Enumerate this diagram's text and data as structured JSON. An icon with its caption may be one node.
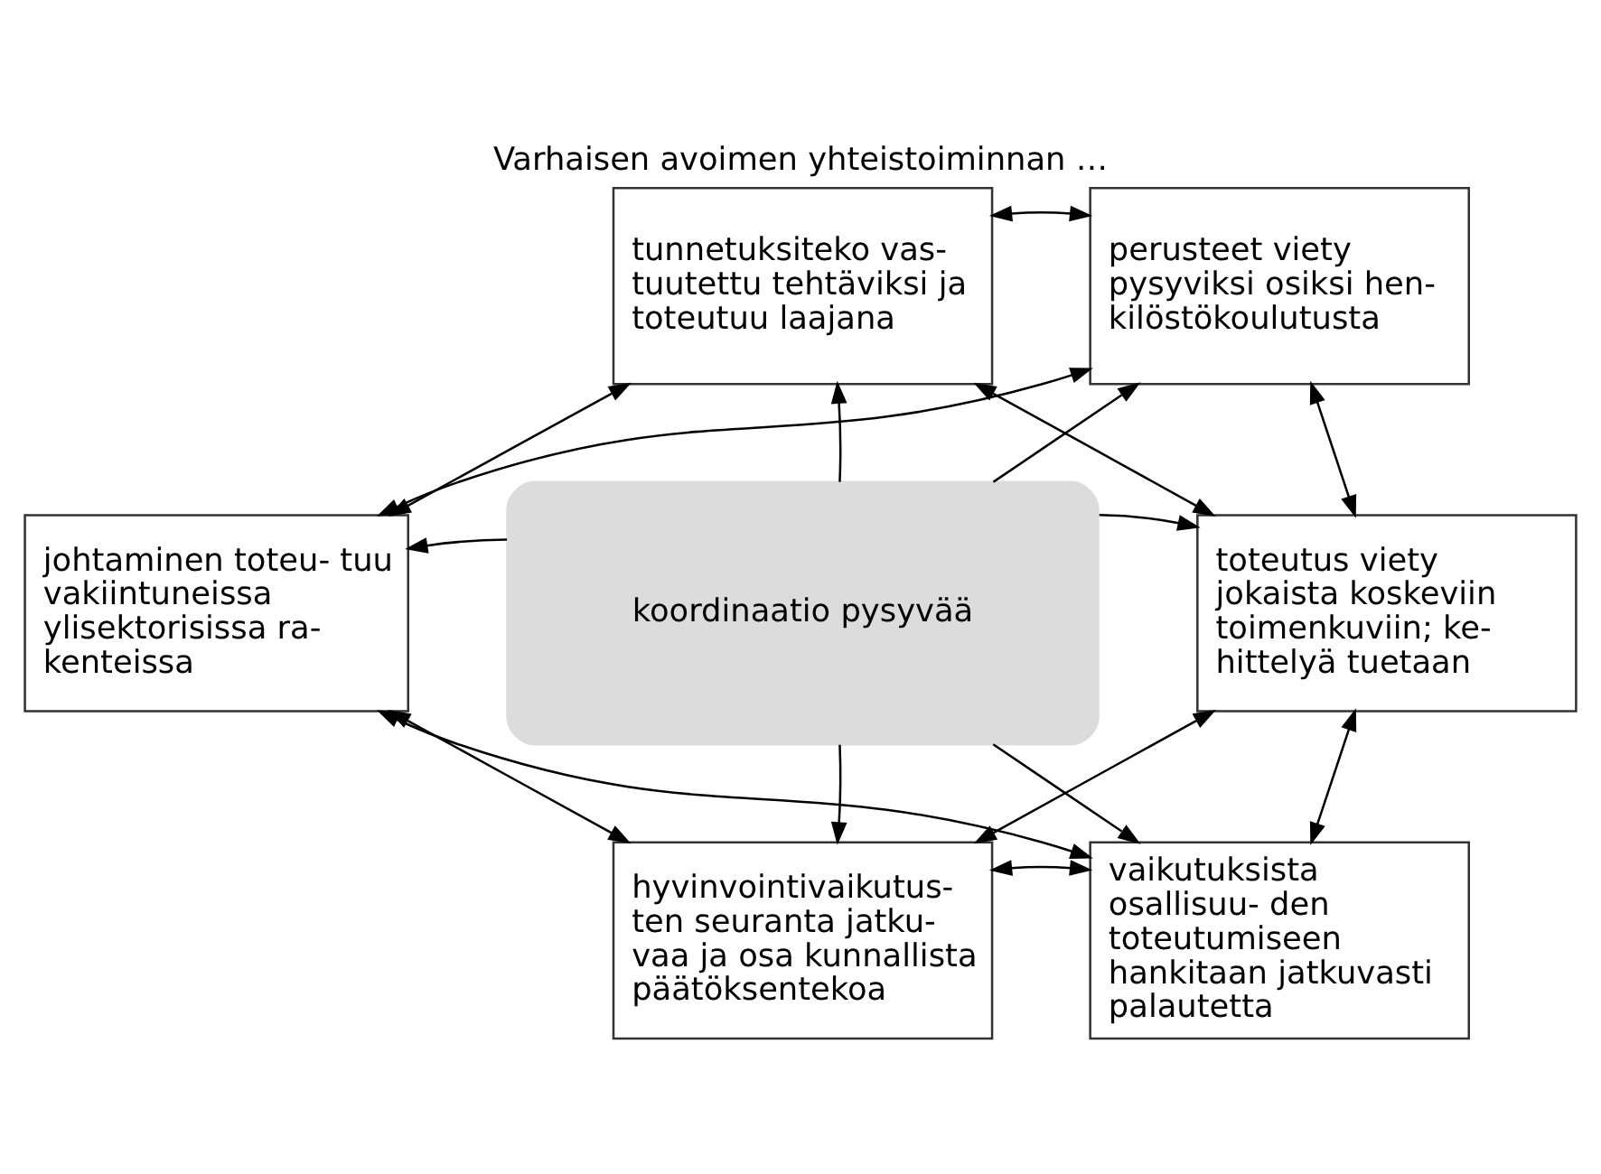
{
  "diagram": {
    "title": "Varhaisen avoimen yhteistoiminnan …",
    "nodes": [
      {
        "text": [
          "tunnetuksiteko vas- tuutettu tehtäviksi ja toteutuu laajana"
        ]
      },
      {
        "text": [
          "perusteet viety pysyviksi osiksi hen- kilöstökoulutusta"
        ]
      },
      {
        "text": [
          "johtaminen toteu- tuu vakiintuneissa ylisektorisissa ra- kenteissa"
        ]
      },
      {
        "text": [
          "koordinaatio pysyvää"
        ]
      },
      {
        "text": [
          "toteutus viety jokaista koskeviin toimenkuviin; ke- hittelyä tuetaan"
        ]
      },
      {
        "text": [
          "hyvinvointivaikutus- ten seuranta jatku- vaa ja osa kunnallista päätöksentekoa"
        ]
      },
      {
        "text": [
          "vaikutuksista osallisuu- den toteutumiseen hankitaan jatkuvasti palautetta"
        ]
      }
    ],
    "edges": [
      {
        "from": 3,
        "to": 0,
        "arrow": "to"
      },
      {
        "from": 3,
        "to": 1,
        "arrow": "to"
      },
      {
        "from": 3,
        "to": 2,
        "arrow": "to"
      },
      {
        "from": 3,
        "to": 4,
        "arrow": "to"
      },
      {
        "from": 3,
        "to": 5,
        "arrow": "to"
      },
      {
        "from": 3,
        "to": 6,
        "arrow": "to"
      },
      {
        "from": 0,
        "to": 1,
        "arrow": "both"
      },
      {
        "from": 0,
        "to": 2,
        "arrow": "both"
      },
      {
        "from": 1,
        "to": 4,
        "arrow": "both"
      },
      {
        "from": 2,
        "to": 5,
        "arrow": "both"
      },
      {
        "from": 4,
        "to": 6,
        "arrow": "both"
      },
      {
        "from": 5,
        "to": 6,
        "arrow": "both"
      },
      {
        "from": 0,
        "to": 4,
        "arrow": "both"
      },
      {
        "from": 2,
        "to": 1,
        "arrow": "both"
      },
      {
        "from": 2,
        "to": 6,
        "arrow": "both"
      },
      {
        "from": 4,
        "to": 5,
        "arrow": "both"
      }
    ]
  }
}
